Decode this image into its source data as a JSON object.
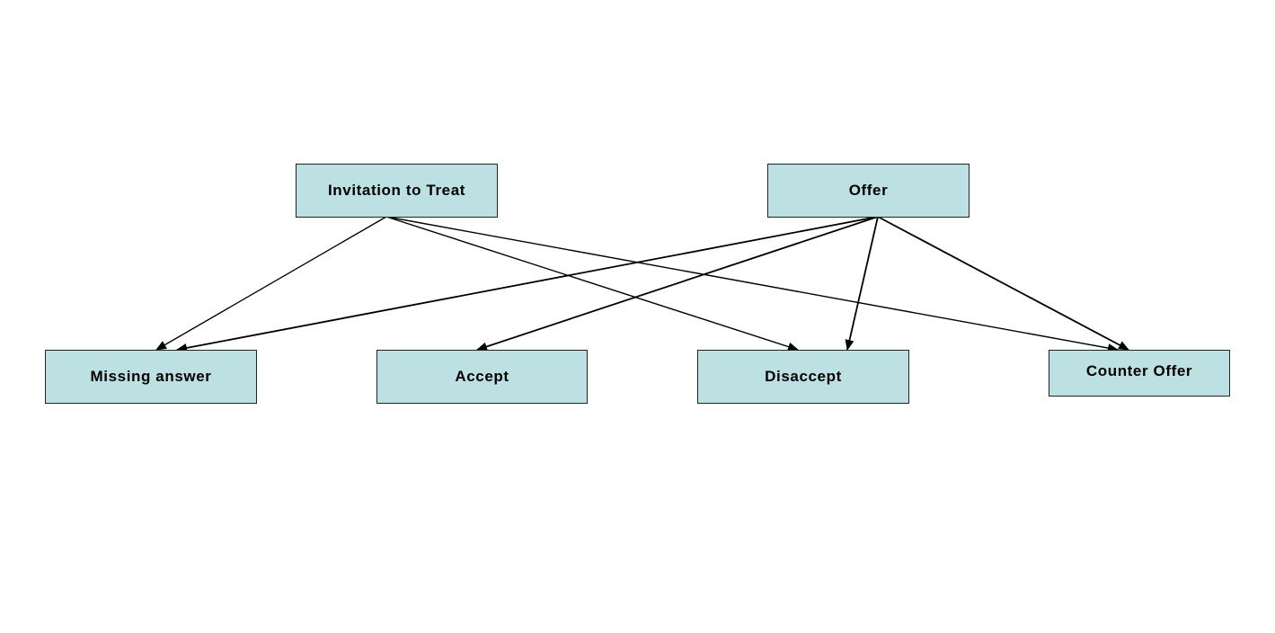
{
  "nodes": {
    "invitation_to_treat": "Invitation to Treat",
    "offer": "Offer",
    "missing_answer": "Missing answer",
    "accept": "Accept",
    "disaccept": "Disaccept",
    "counter_offer": "Counter Offer"
  },
  "edges": [
    {
      "from": "invitation_to_treat",
      "to": "missing_answer"
    },
    {
      "from": "invitation_to_treat",
      "to": "disaccept"
    },
    {
      "from": "invitation_to_treat",
      "to": "counter_offer"
    },
    {
      "from": "offer",
      "to": "missing_answer"
    },
    {
      "from": "offer",
      "to": "accept"
    },
    {
      "from": "offer",
      "to": "disaccept"
    },
    {
      "from": "offer",
      "to": "counter_offer"
    }
  ],
  "colors": {
    "node_fill": "#bde0e3",
    "node_border": "#222222",
    "edge": "#000000",
    "background": "#ffffff"
  }
}
